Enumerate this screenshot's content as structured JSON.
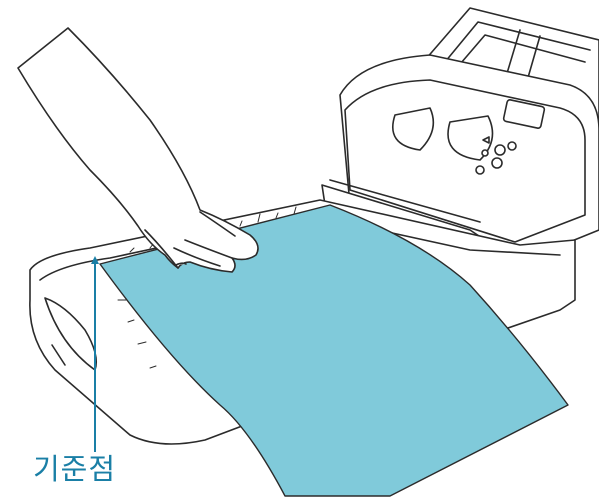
{
  "illustration": {
    "reference_point_label": "기준점",
    "colors": {
      "document": "#80cada",
      "callout_line": "#1a7fa6",
      "label_text": "#1a7fa6",
      "outline": "#2b2b2b",
      "device_fill": "#ffffff"
    },
    "icons": [
      "scanner",
      "flatbed",
      "hand",
      "document-sheet",
      "reference-pointer"
    ]
  }
}
